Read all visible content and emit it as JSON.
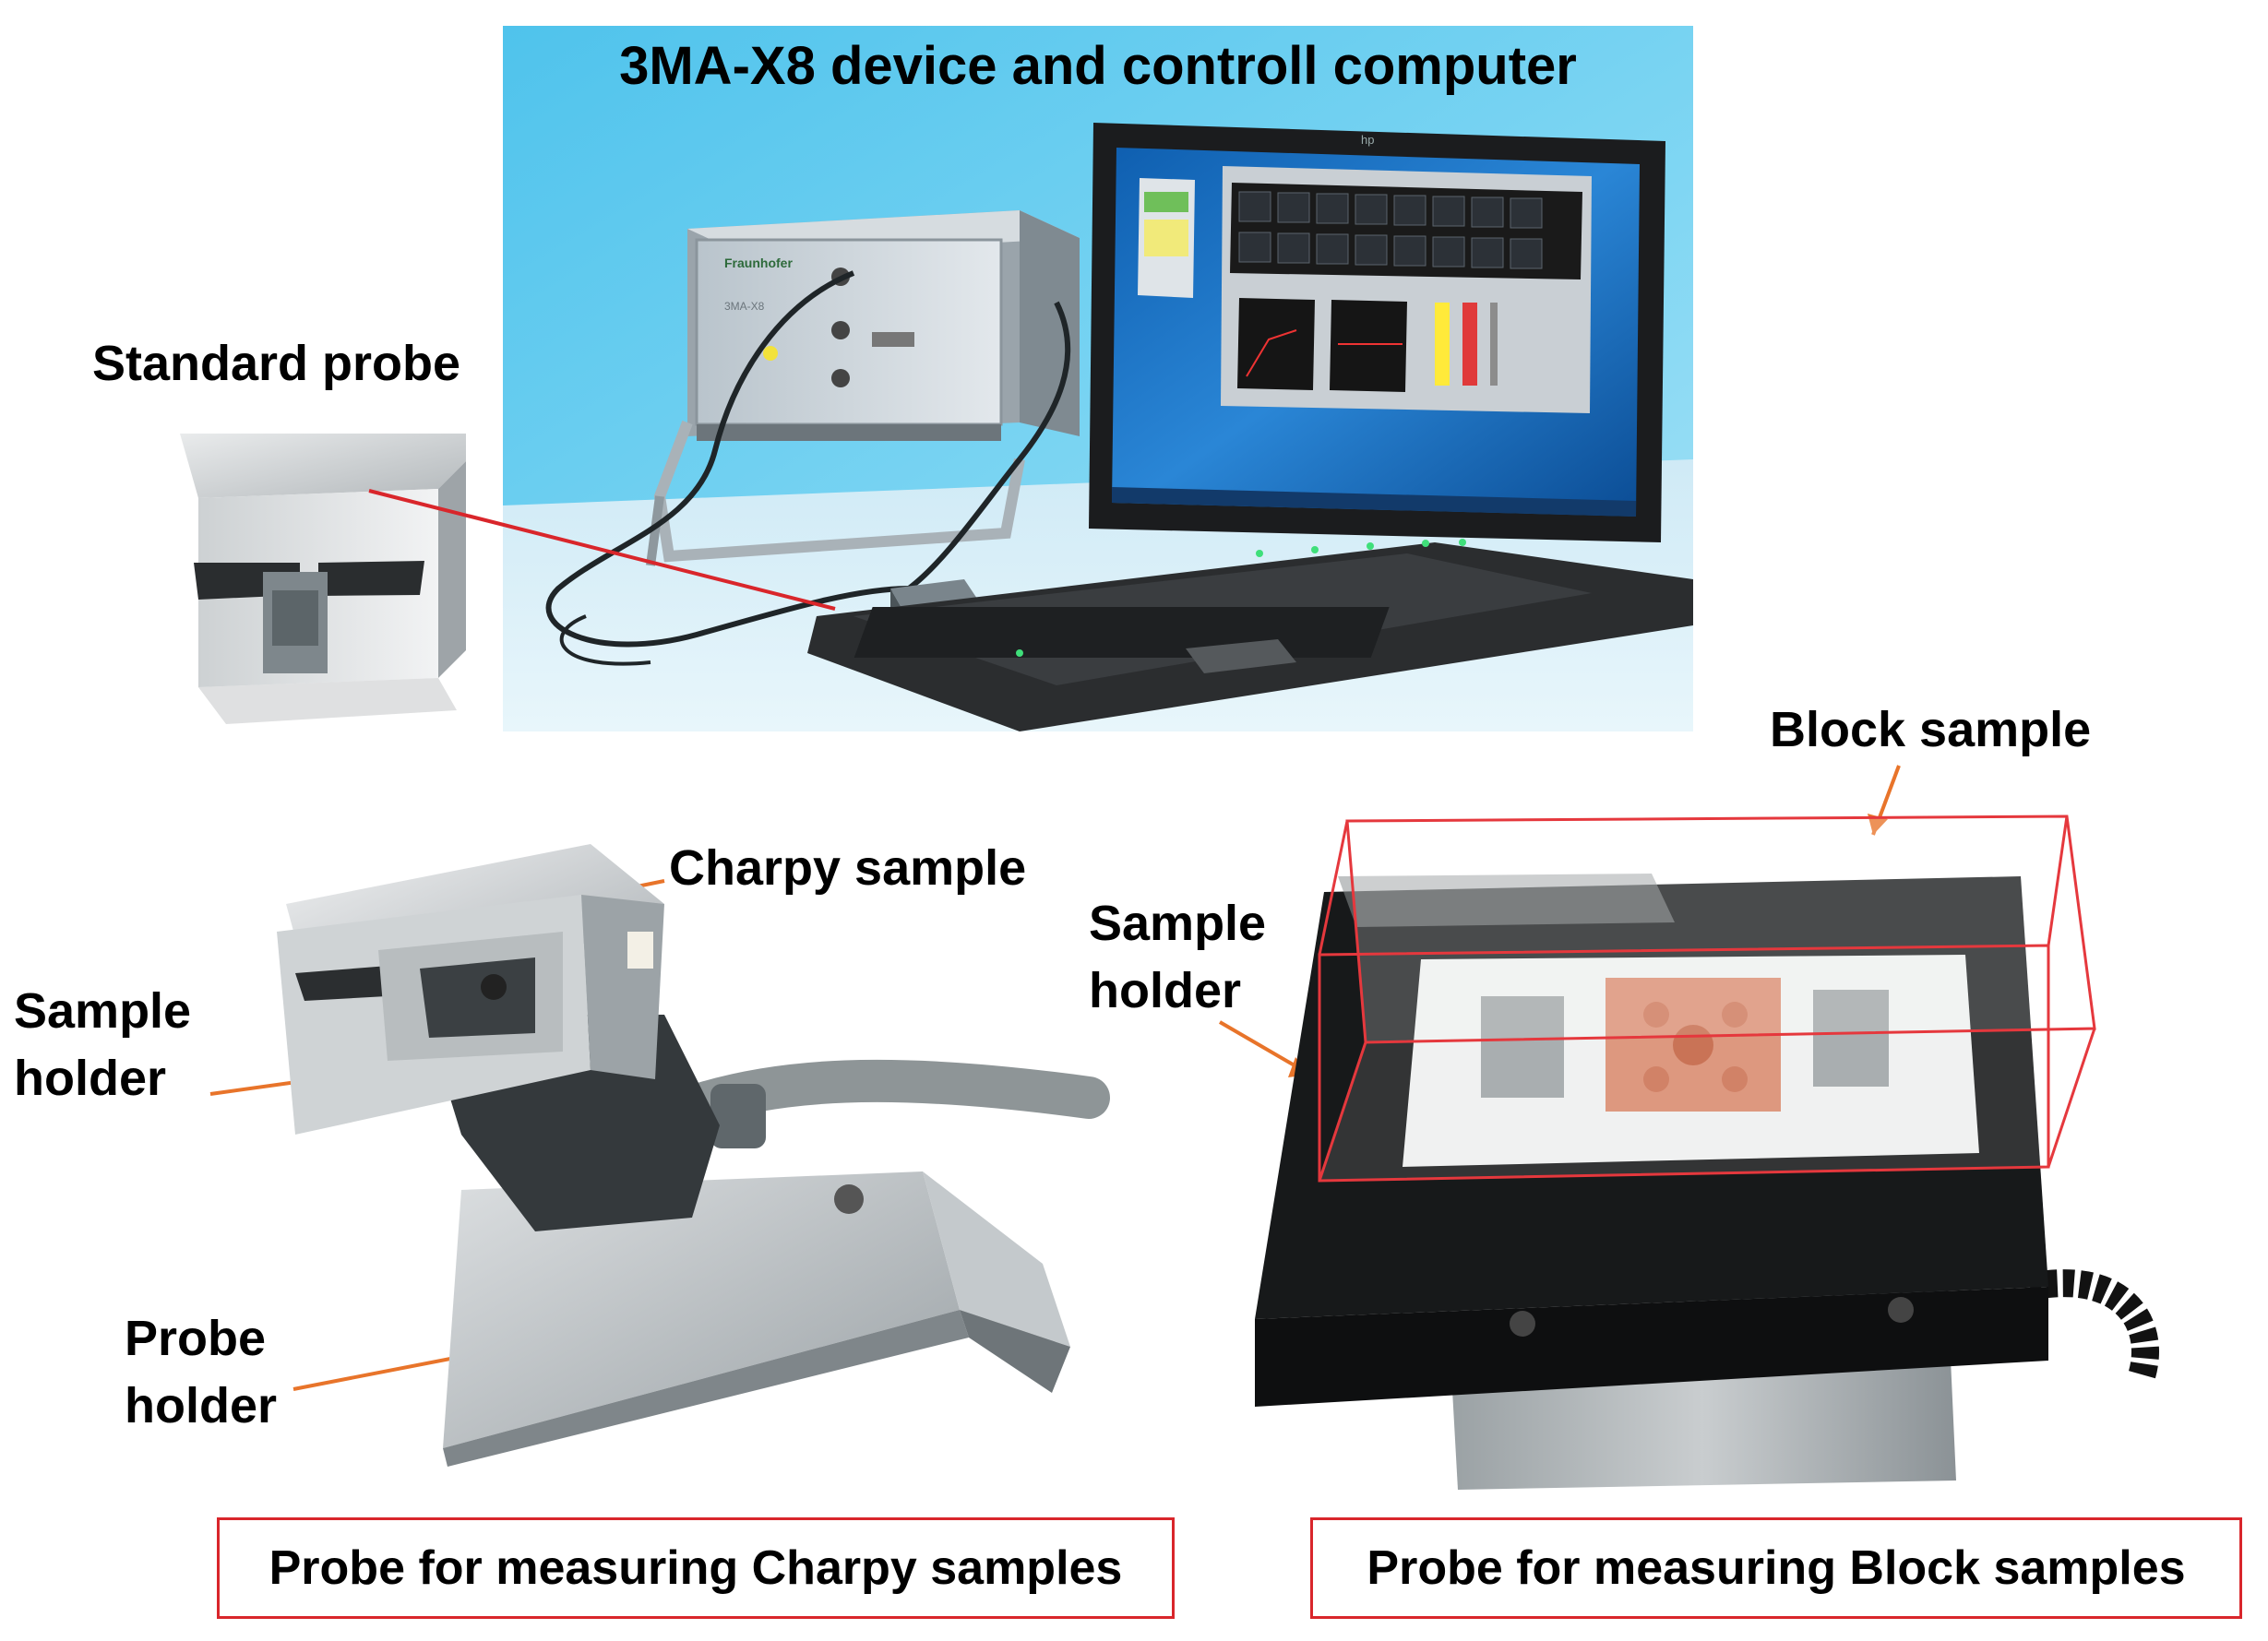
{
  "figure": {
    "top_title": "3MA-X8 device and controll computer",
    "standard_probe": "Standard probe",
    "charpy_sample": "Charpy sample",
    "sample_holder_left": "Sample\nholder",
    "probe_holder": "Probe\nholder",
    "block_sample": "Block sample",
    "sample_holder_right": "Sample\nholder",
    "caption_left": "Probe for measuring Charpy samples",
    "caption_right": "Probe for measuring Block samples",
    "device_brand": "Fraunhofer",
    "device_model": "3MA-X8",
    "laptop_brand": "hp"
  },
  "colors": {
    "caption_border": "#d9262b",
    "pointer_red": "#d9262b",
    "pointer_orange": "#e8742a",
    "photo_bg_blue": "#56c7ee"
  }
}
